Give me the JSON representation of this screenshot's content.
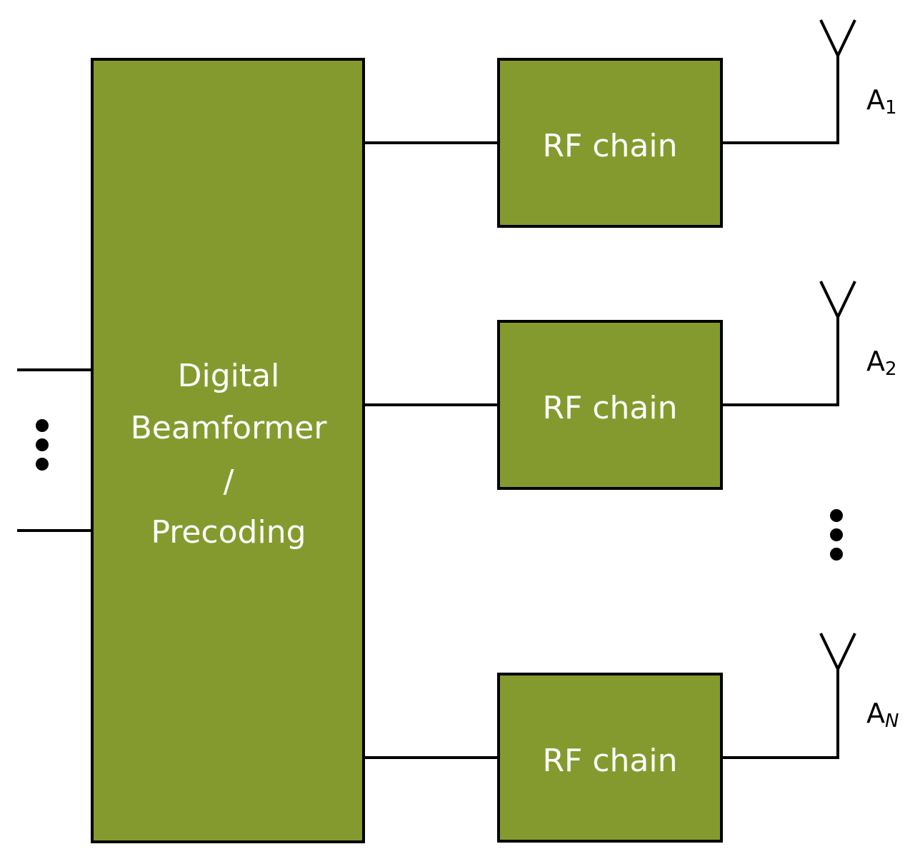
{
  "main_block": {
    "lines": [
      "Digital",
      "Beamformer",
      "/",
      "Precoding"
    ]
  },
  "rf_chains": [
    {
      "label": "RF chain",
      "antenna_letter": "A",
      "antenna_index": "1"
    },
    {
      "label": "RF chain",
      "antenna_letter": "A",
      "antenna_index": "2"
    },
    {
      "label": "RF chain",
      "antenna_letter": "A",
      "antenna_index": "N"
    }
  ],
  "colors": {
    "block_fill": "#859a2e",
    "block_text": "#ffffff",
    "line": "#000000"
  }
}
